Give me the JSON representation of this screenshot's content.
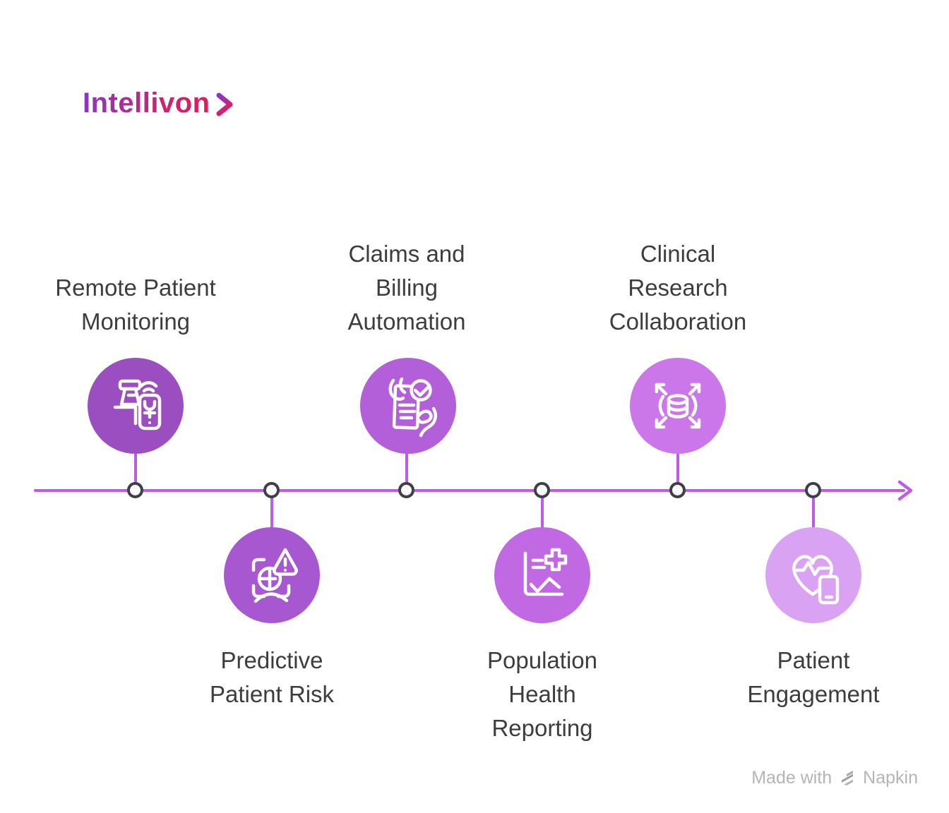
{
  "logo": {
    "text": "Intellivon",
    "gradient": [
      "#8a35c8",
      "#e31b5e"
    ]
  },
  "timeline": {
    "line_color": "#bd5ce8",
    "node_fill": "#ffffff",
    "node_stroke": "#3f3f46"
  },
  "colors": {
    "background": "#ffffff",
    "label_text": "#3d3d3d",
    "footer_text": "#b5b5b5"
  },
  "items": [
    {
      "label": [
        "Remote Patient",
        "Monitoring"
      ],
      "position": "above",
      "circle_color": "#9b4ec0",
      "icon": "remote-patient-monitoring-icon"
    },
    {
      "label": [
        "Predictive",
        "Patient Risk"
      ],
      "position": "below",
      "circle_color": "#a757cf",
      "icon": "predictive-patient-risk-icon"
    },
    {
      "label": [
        "Claims and",
        "Billing",
        "Automation"
      ],
      "position": "above",
      "circle_color": "#b35fd9",
      "icon": "claims-billing-automation-icon"
    },
    {
      "label": [
        "Population",
        "Health",
        "Reporting"
      ],
      "position": "below",
      "circle_color": "#c168e3",
      "icon": "population-health-reporting-icon"
    },
    {
      "label": [
        "Clinical",
        "Research",
        "Collaboration"
      ],
      "position": "above",
      "circle_color": "#cb77e9",
      "icon": "clinical-research-collaboration-icon"
    },
    {
      "label": [
        "Patient",
        "Engagement"
      ],
      "position": "below",
      "circle_color": "#d9a2f2",
      "icon": "patient-engagement-icon"
    }
  ],
  "footer": {
    "prefix": "Made with",
    "brand": "Napkin"
  }
}
